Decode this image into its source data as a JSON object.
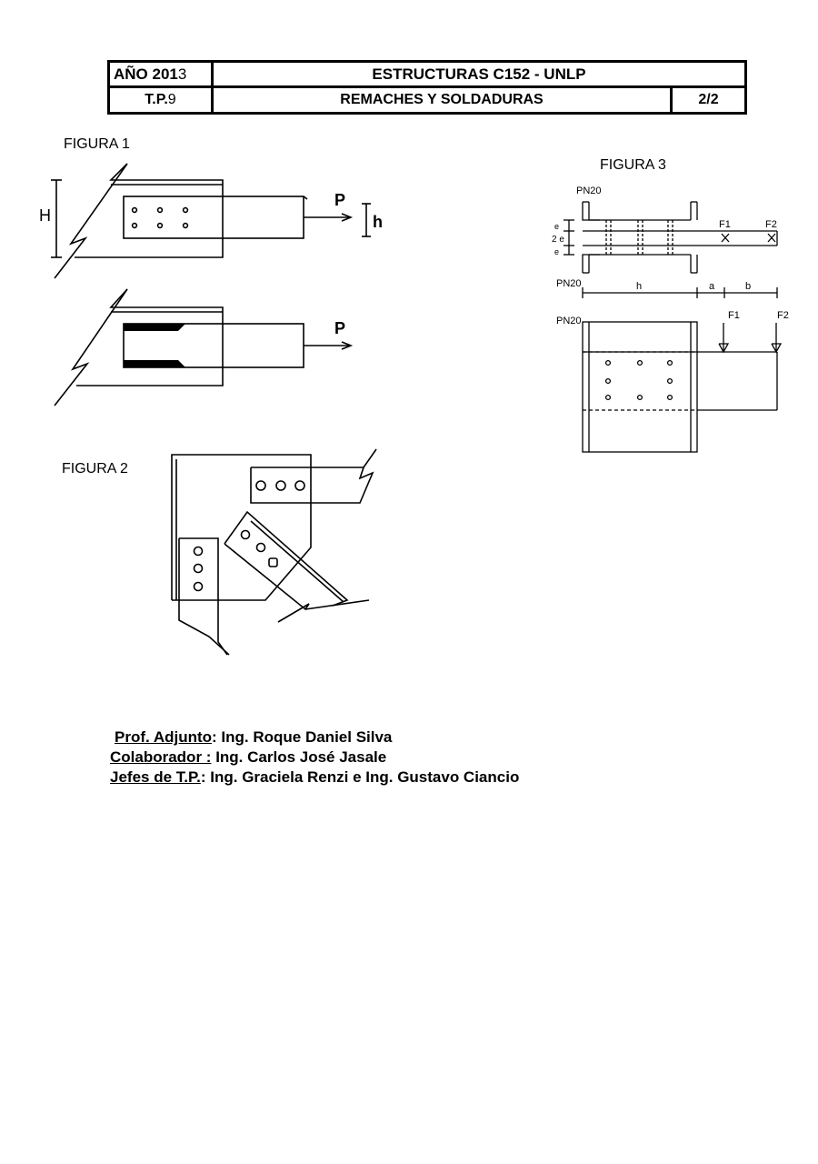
{
  "header": {
    "year_label": "AÑO 201",
    "year_suffix": "3",
    "course": "ESTRUCTURAS C152  - UNLP",
    "tp_label": "T.P.",
    "tp_number": "9",
    "topic": "REMACHES Y SOLDADURAS",
    "page": "2/2"
  },
  "figures": {
    "fig1": {
      "title": "FIGURA 1",
      "label_H": "H",
      "label_h": "h",
      "label_P_top": "P",
      "label_P_bottom": "P"
    },
    "fig2": {
      "title": "FIGURA 2"
    },
    "fig3": {
      "title": "FIGURA 3",
      "pn20_top": "PN20",
      "pn20_mid": "PN20",
      "pn20_bottom": "PN20",
      "dim_e1": "e",
      "dim_2e": "2 e",
      "dim_e2": "e",
      "dim_h": "h",
      "dim_a": "a",
      "dim_b": "b",
      "f1_top": "F1",
      "f2_top": "F2",
      "f1_bottom": "F1",
      "f2_bottom": "F2"
    }
  },
  "credits": [
    {
      "role": "Prof. Adjunto",
      "sep": ": ",
      "name": "Ing. Roque Daniel Silva"
    },
    {
      "role": "Colaborador :",
      "sep": " ",
      "name": "Ing. Carlos José Jasale"
    },
    {
      "role": "Jefes de T.P.",
      "sep": ": ",
      "name": "Ing. Graciela Renzi  e Ing. Gustavo Ciancio"
    }
  ]
}
